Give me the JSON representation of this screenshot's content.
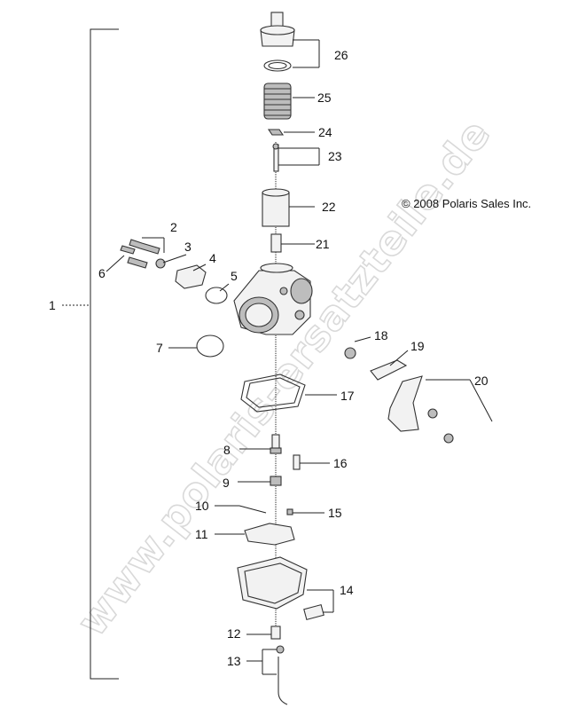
{
  "copyright": "© 2008 Polaris Sales Inc.",
  "watermark": "www.polaris-ersatzteile.de",
  "callouts": {
    "c1": "1",
    "c2": "2",
    "c3": "3",
    "c4": "4",
    "c5": "5",
    "c6": "6",
    "c7": "7",
    "c8": "8",
    "c9": "9",
    "c10": "10",
    "c11": "11",
    "c12": "12",
    "c13": "13",
    "c14": "14",
    "c15": "15",
    "c16": "16",
    "c17": "17",
    "c18": "18",
    "c19": "19",
    "c20": "20",
    "c21": "21",
    "c22": "22",
    "c23": "23",
    "c24": "24",
    "c25": "25",
    "c26": "26"
  }
}
